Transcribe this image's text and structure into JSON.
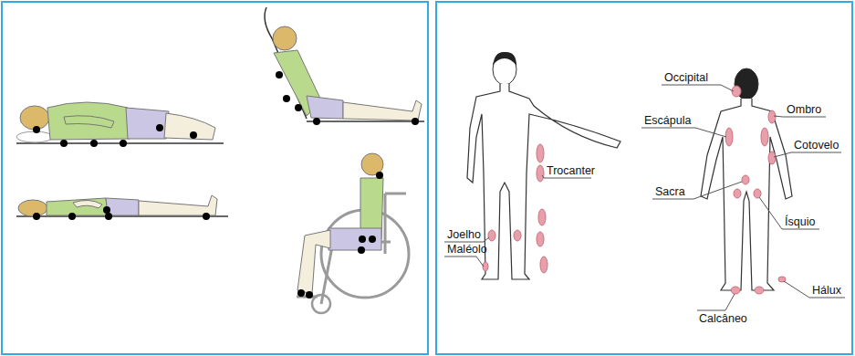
{
  "diagram": {
    "labels": [
      "Occipital",
      "Ombro",
      "Escápula",
      "Cotovelo",
      "Trocanter",
      "Sacra",
      "Ísquio",
      "Joelho",
      "Maléolo",
      "Calcâneo",
      "Hálux"
    ]
  }
}
